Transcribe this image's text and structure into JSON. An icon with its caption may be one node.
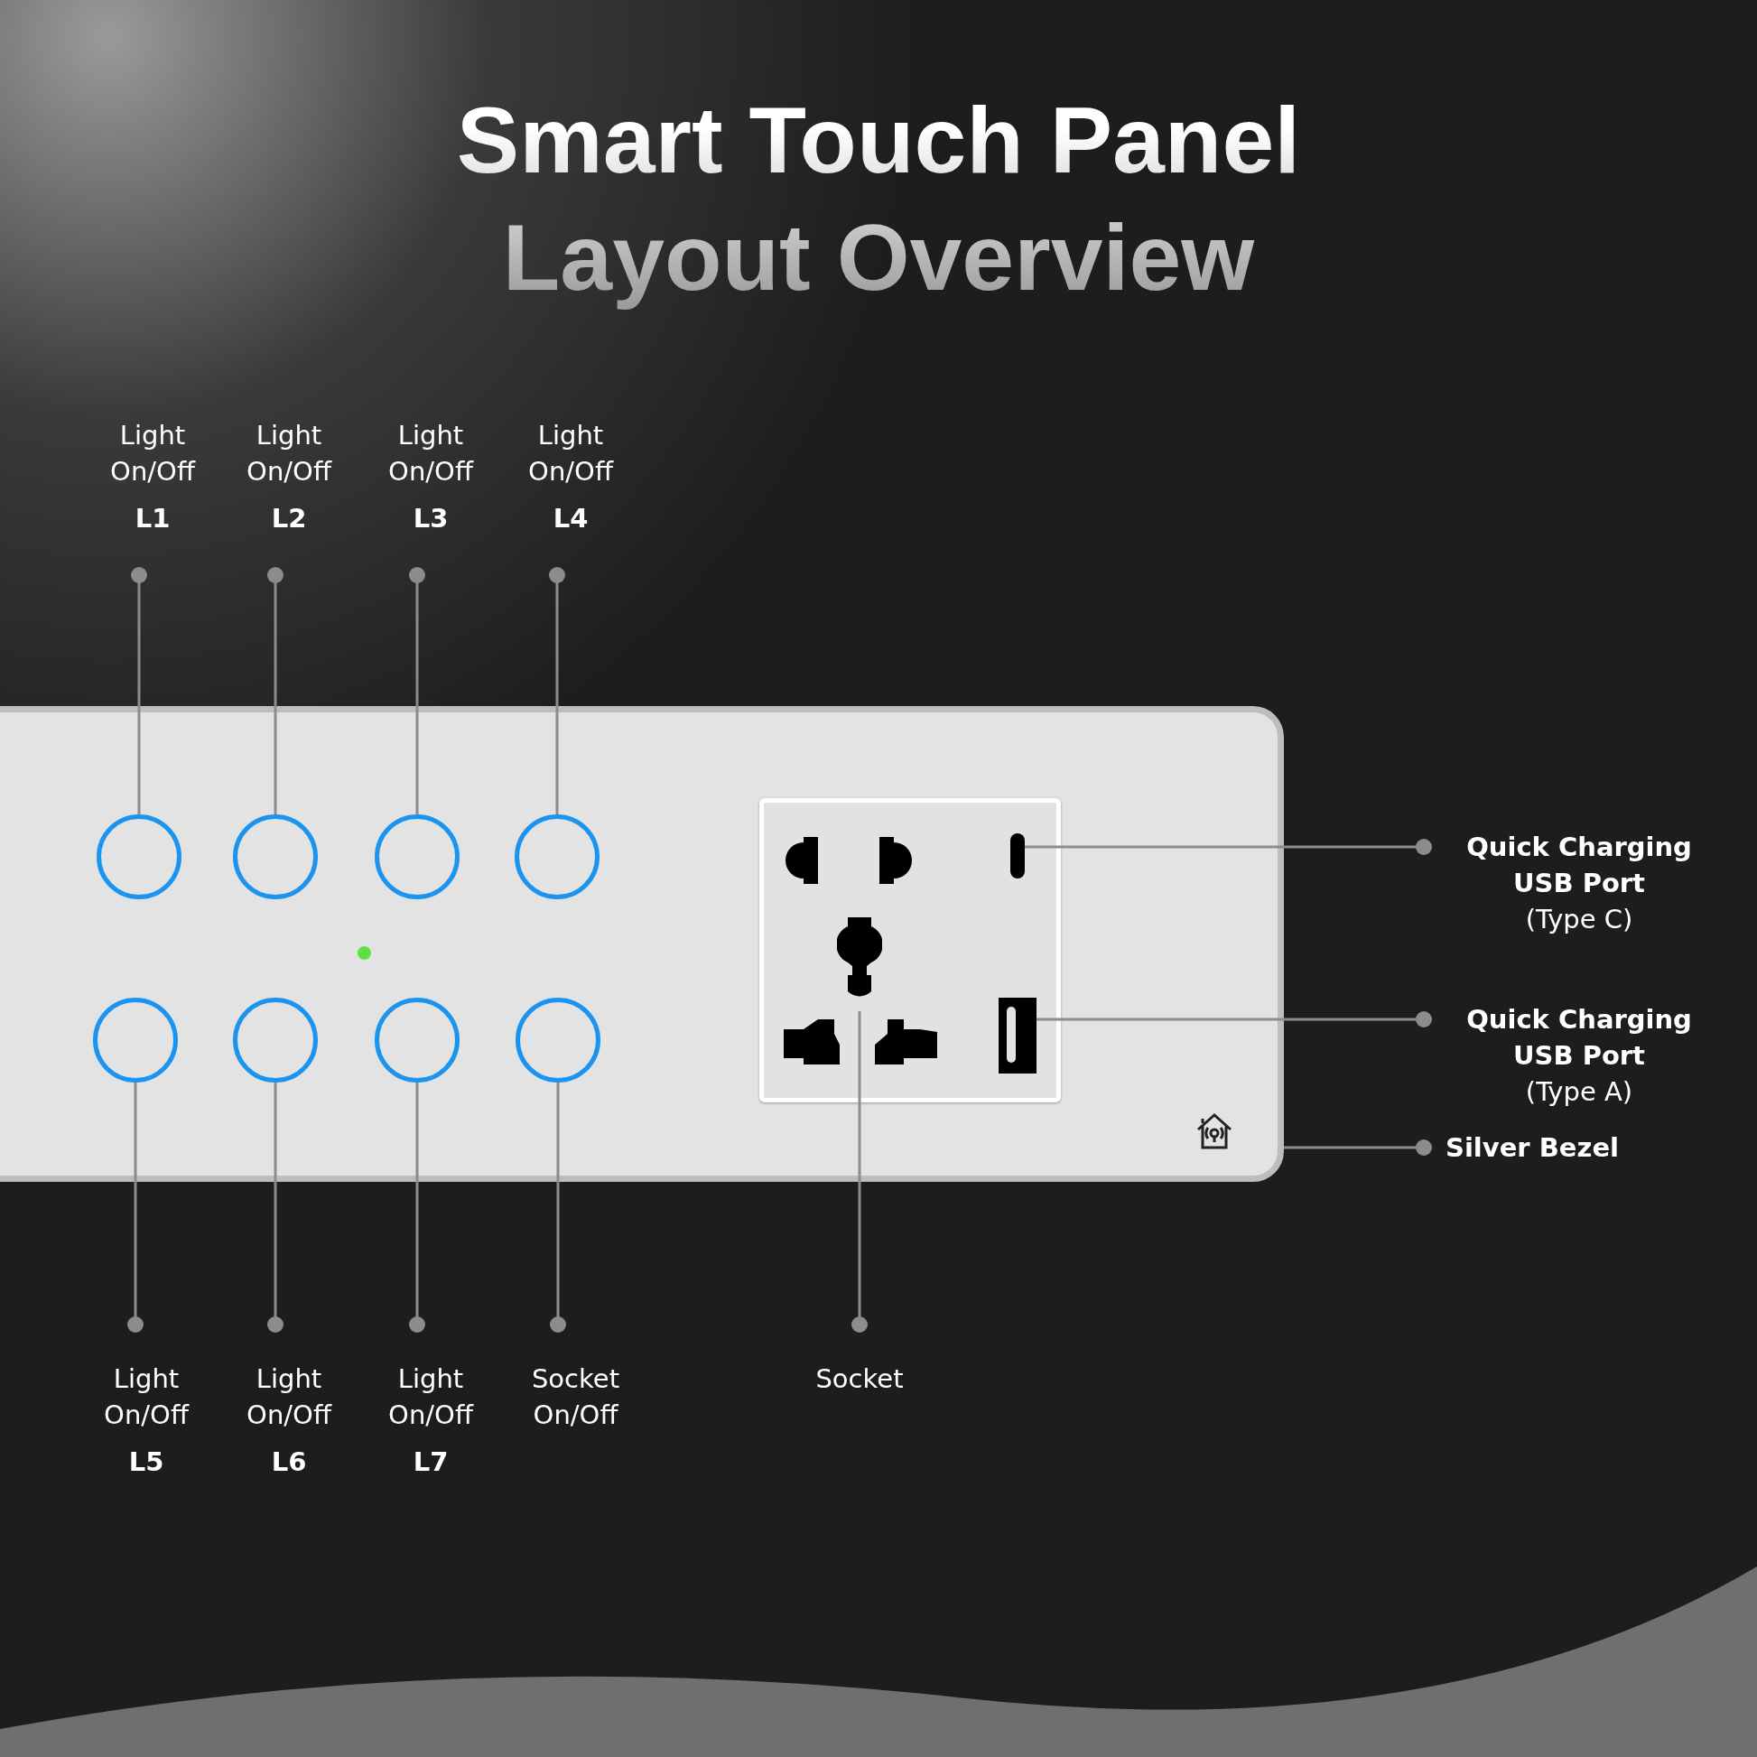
{
  "diagram": {
    "title": "Smart Touch Panel Layout Overview",
    "nodes": [
      {
        "text": [
          "Light On/Off",
          "L1"
        ]
      },
      {
        "text": [
          "Light On/Off",
          "L2"
        ]
      },
      {
        "text": [
          "Light On/Off",
          "L3"
        ]
      },
      {
        "text": [
          "Light On/Off",
          "L4"
        ]
      },
      {
        "text": [],
        "shape": "box"
      },
      {
        "text": [],
        "shape": "circle",
        "in": 4
      },
      {
        "text": [],
        "shape": "circle",
        "in": 4
      },
      {
        "text": [],
        "shape": "circle",
        "in": 4
      },
      {
        "text": [],
        "shape": "circle",
        "in": 4
      },
      {
        "text": [],
        "shape": "circle",
        "in": 4
      },
      {
        "text": [],
        "shape": "circle",
        "in": 4
      },
      {
        "text": [],
        "shape": "circle",
        "in": 4
      },
      {
        "text": [],
        "shape": "circle",
        "in": 4
      },
      {
        "text": [],
        "shape": "box",
        "in": 4
      },
      {
        "text": [],
        "shape": "picture",
        "in": 13
      },
      {
        "text": [],
        "shape": "bar",
        "in": 13
      },
      {
        "text": [],
        "shape": "box",
        "in": 13
      },
      {
        "text": [
          "Quick Charging USB Port",
          "(Type C)"
        ]
      },
      {
        "text": [
          "Quick Charging USB Port",
          "(Type A)"
        ]
      },
      {
        "text": [
          "Silver Bezel"
        ]
      },
      {
        "text": [
          "Light On/Off",
          "L5"
        ]
      },
      {
        "text": [
          "Light On/Off",
          "L6"
        ]
      },
      {
        "text": [
          "Light On/Off",
          "L7"
        ]
      },
      {
        "text": [
          "Socket On/Off"
        ]
      },
      {
        "text": [
          "Socket"
        ]
      }
    ],
    "edges": [
      {
        "from": 0,
        "to": 5,
        "arrow": "other"
      },
      {
        "from": 1,
        "to": 6,
        "arrow": "other"
      },
      {
        "from": 2,
        "to": 7,
        "arrow": "other"
      },
      {
        "from": 3,
        "to": 8,
        "arrow": "other"
      },
      {
        "from": 17,
        "to": 15,
        "arrow": "other"
      },
      {
        "from": 18,
        "to": 16,
        "arrow": "other"
      },
      {
        "from": 19,
        "to": 4,
        "arrow": "other"
      },
      {
        "from": 20,
        "to": 9,
        "arrow": "other"
      },
      {
        "from": 21,
        "to": 10,
        "arrow": "other"
      },
      {
        "from": 22,
        "to": 11,
        "arrow": "other"
      },
      {
        "from": 23,
        "to": 12,
        "arrow": "other"
      },
      {
        "from": 24,
        "to": 14,
        "arrow": "other"
      }
    ]
  }
}
